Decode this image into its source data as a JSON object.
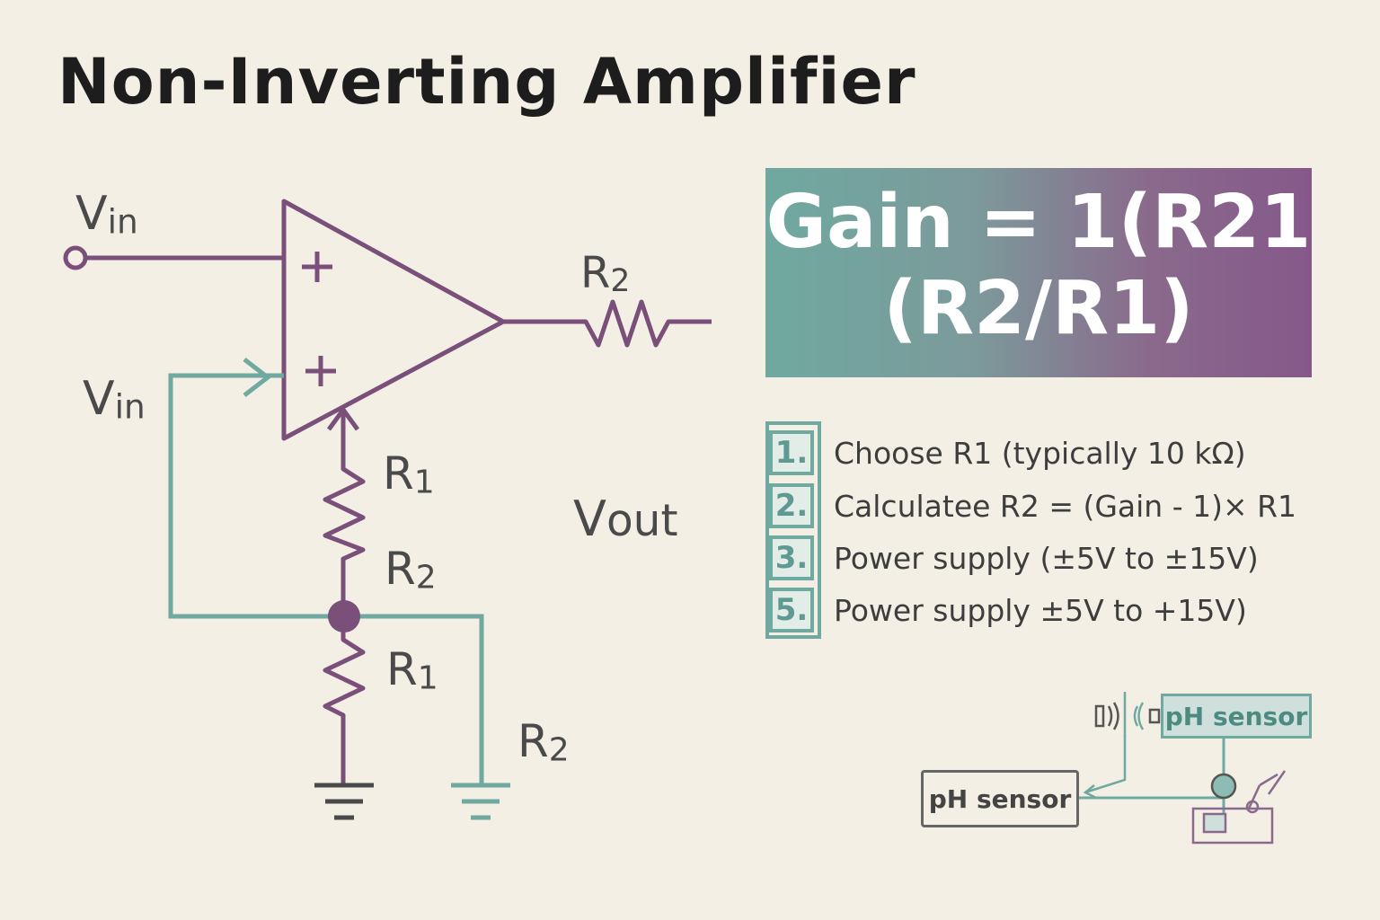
{
  "title": "Non-Inverting Amplifier",
  "colors": {
    "purple": "#7a4f7a",
    "teal": "#6fa9a0",
    "background": "#f3efe4",
    "text": "#1d1d1d"
  },
  "circuit_labels": {
    "vin_top": {
      "main": "V",
      "sub": "in"
    },
    "vin_left": {
      "main": "V",
      "sub": "in"
    },
    "vout": {
      "main": "V",
      "sub": "out"
    },
    "r2_output": {
      "main": "R",
      "sub": "2"
    },
    "r1_upper": {
      "main": "R",
      "sub": "1"
    },
    "r2_middle": {
      "main": "R",
      "sub": "2"
    },
    "r1_lower": {
      "main": "R",
      "sub": "1"
    },
    "r2_ground": {
      "main": "R",
      "sub": "2"
    },
    "plus_top": "+",
    "plus_bottom": "+"
  },
  "gain_formula": {
    "line1": "Gain = 1(R21",
    "line2": "(R2/R1)"
  },
  "steps": [
    {
      "number": "1.",
      "text": "Choose R1 (typically 10 kΩ)"
    },
    {
      "number": "2.",
      "text": "Calculatee R2 = (Gain - 1)× R1"
    },
    {
      "number": "3.",
      "text": "Power supply (±5V to ±15V)"
    },
    {
      "number": "5.",
      "text": "Power supply ±5V to +15V)"
    }
  ],
  "sensors": {
    "sensor_top": "pH sensor",
    "sensor_bottom": "pH sensor"
  }
}
